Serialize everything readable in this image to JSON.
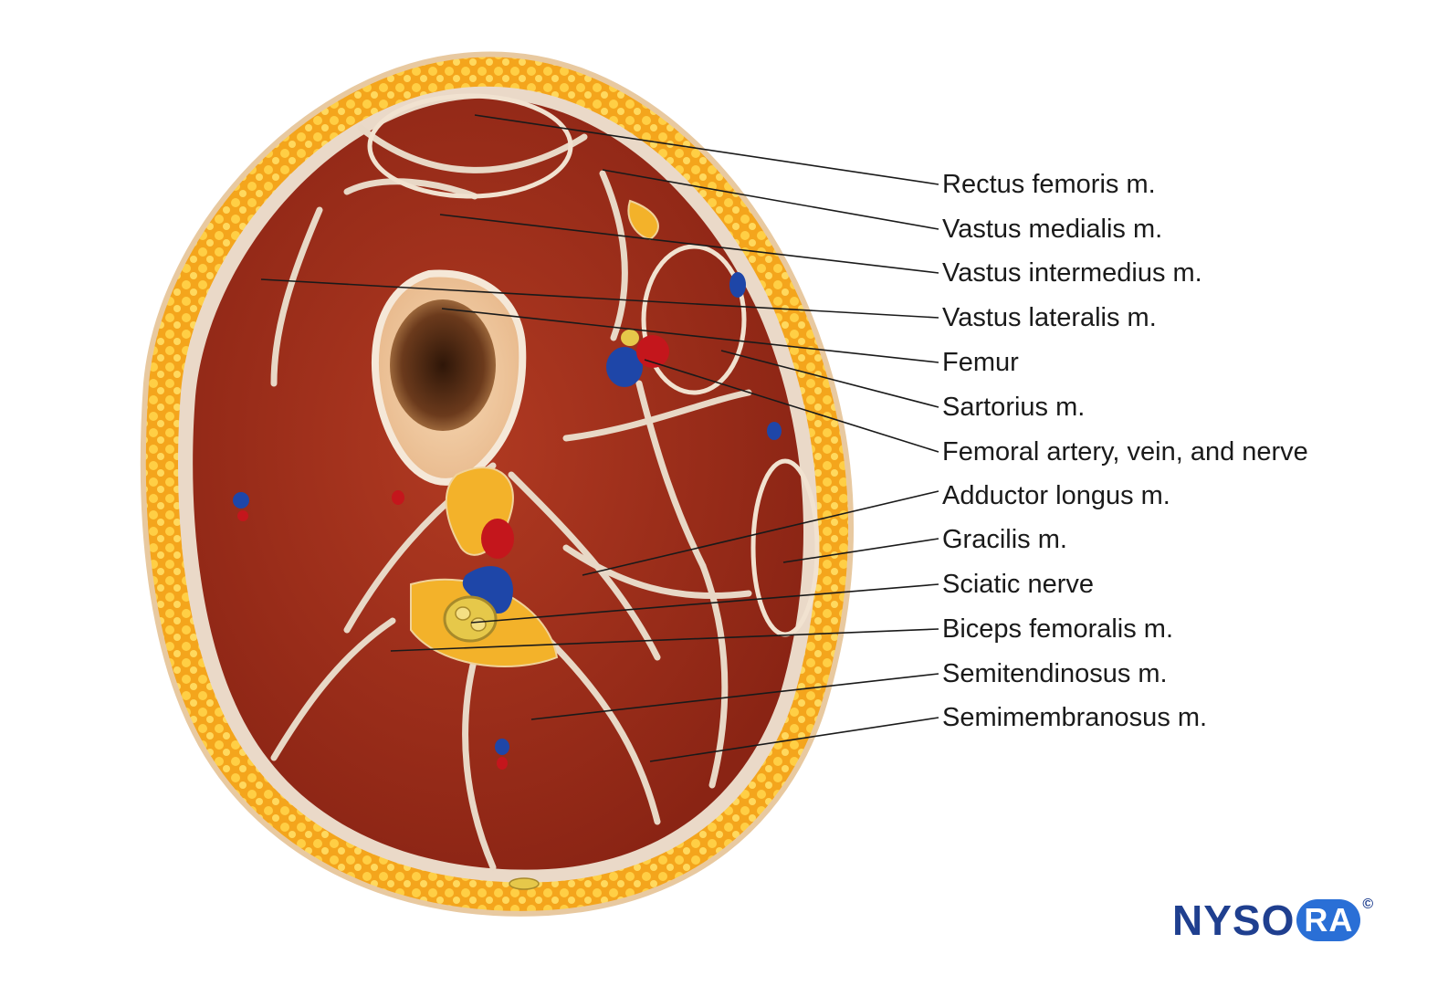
{
  "labels": [
    "Rectus femoris m.",
    "Vastus medialis m.",
    "Vastus intermedius m.",
    "Vastus lateralis m.",
    "Femur",
    "Sartorius m.",
    "Femoral artery, vein, and nerve",
    "Adductor longus m.",
    "Gracilis m.",
    "Sciatic nerve",
    "Biceps femoralis m.",
    "Semitendinosus m.",
    "Semimembranosus m."
  ],
  "logo": {
    "text": "NYSO",
    "badge": "RA",
    "copyright": "©"
  },
  "colors": {
    "fat": "#f4a51c",
    "fat_light": "#ffd24a",
    "muscle": "#a3301c",
    "muscle_dark": "#7a1a10",
    "fascia": "#ead9c8",
    "bone": "#f2c9a0",
    "marrow": "#6b3a1c",
    "artery": "#c4161c",
    "vein": "#1e46a8",
    "nerve": "#e6c84a",
    "logo_blue": "#1f3f8f"
  }
}
